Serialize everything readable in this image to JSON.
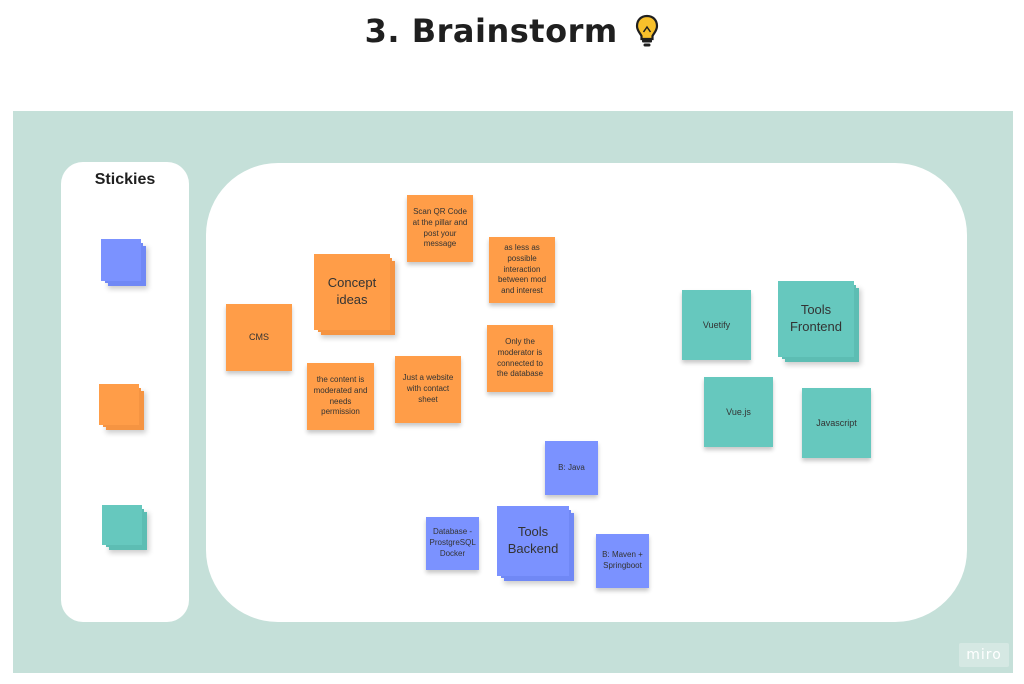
{
  "header": {
    "title": "3. Brainstorm",
    "icon": "lightbulb-icon"
  },
  "sidebar": {
    "title": "Stickies"
  },
  "palette_colors": {
    "orange": "#ff9d48",
    "blue": "#7b92ff",
    "teal": "#66c8be"
  },
  "stickies": {
    "concept": {
      "heading": "Concept ideas",
      "items": [
        "Scan QR Code at the pillar and post your message",
        "as less as possible interaction between mod and interest",
        "CMS",
        "Only the moderator is connected to the database",
        "the content is moderated and needs permission",
        "Just a website with contact sheet"
      ]
    },
    "frontend": {
      "heading": "Tools Frontend",
      "items": [
        "Vuetify",
        "Vue.js",
        "Javascript"
      ]
    },
    "backend": {
      "heading": "Tools Backend",
      "items": [
        "B: Java",
        "Database - ProstgreSQL Docker",
        "B: Maven + Springboot"
      ]
    }
  },
  "watermark": "miro"
}
